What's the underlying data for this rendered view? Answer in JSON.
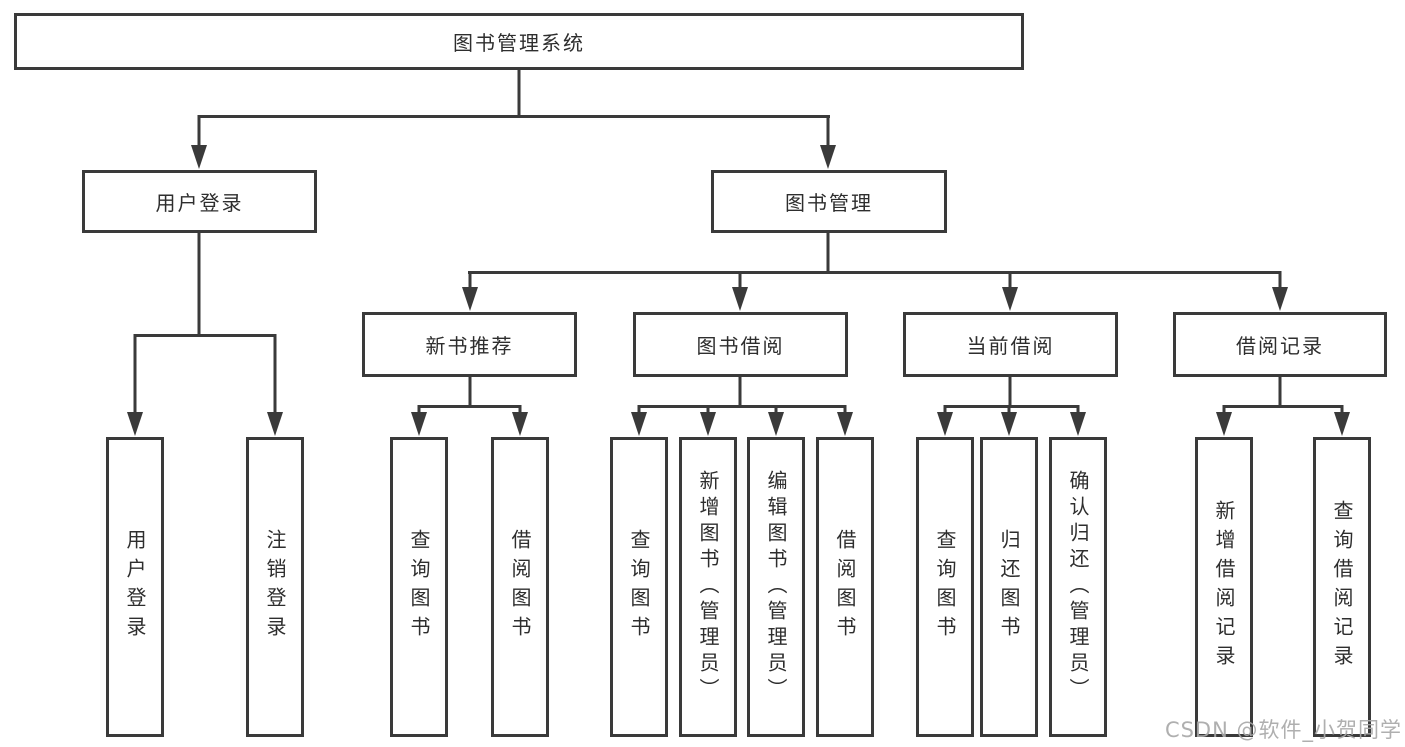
{
  "colors": {
    "line": "#3a3a3a",
    "text": "#2e2e2e",
    "box_background": "#ffffff",
    "watermark": "#a8a8a8"
  },
  "diagram": {
    "root": {
      "label": "图书管理系统"
    },
    "level2": [
      {
        "label": "用户登录"
      },
      {
        "label": "图书管理"
      }
    ],
    "level3": [
      {
        "label": "新书推荐",
        "parent": "图书管理"
      },
      {
        "label": "图书借阅",
        "parent": "图书管理"
      },
      {
        "label": "当前借阅",
        "parent": "图书管理"
      },
      {
        "label": "借阅记录",
        "parent": "图书管理"
      }
    ],
    "leaves": [
      {
        "label": "用户登录",
        "parent": "用户登录"
      },
      {
        "label": "注销登录",
        "parent": "用户登录"
      },
      {
        "label": "查询图书",
        "parent": "新书推荐"
      },
      {
        "label": "借阅图书",
        "parent": "新书推荐"
      },
      {
        "label": "查询图书",
        "parent": "图书借阅"
      },
      {
        "label": "新增图书（管理员）",
        "parent": "图书借阅"
      },
      {
        "label": "编辑图书（管理员）",
        "parent": "图书借阅"
      },
      {
        "label": "借阅图书",
        "parent": "图书借阅"
      },
      {
        "label": "查询图书",
        "parent": "当前借阅"
      },
      {
        "label": "归还图书",
        "parent": "当前借阅"
      },
      {
        "label": "确认归还（管理员）",
        "parent": "当前借阅"
      },
      {
        "label": "新增借阅记录",
        "parent": "借阅记录"
      },
      {
        "label": "查询借阅记录",
        "parent": "借阅记录"
      }
    ]
  },
  "watermark": {
    "text": "CSDN @软件_小贺同学"
  }
}
